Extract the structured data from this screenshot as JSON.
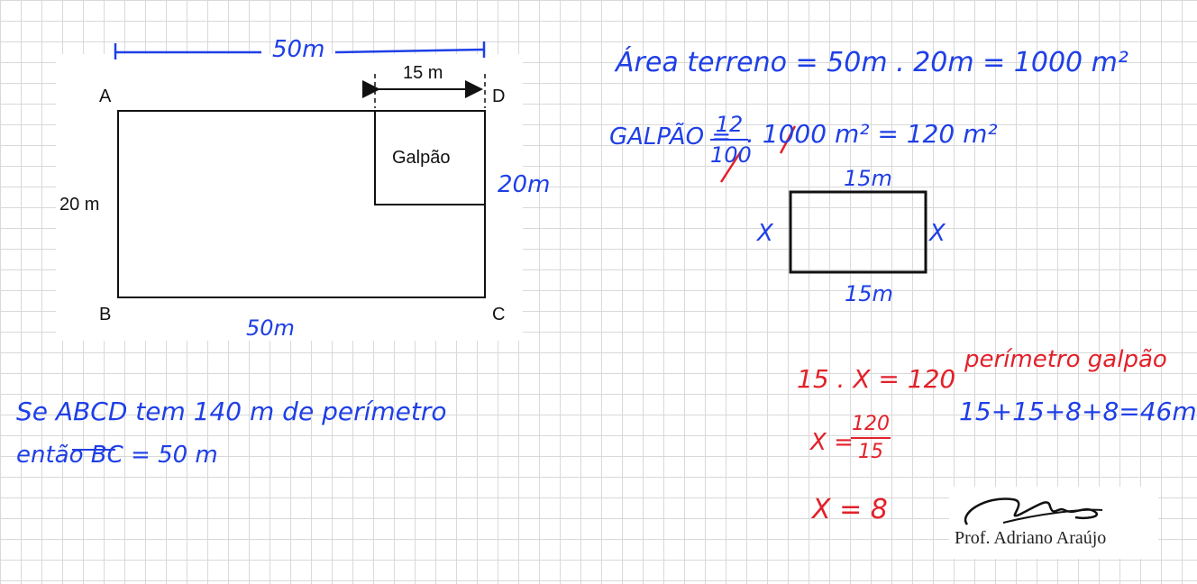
{
  "figure": {
    "labels": {
      "vertex_a": "A",
      "vertex_b": "B",
      "vertex_c": "C",
      "vertex_d": "D",
      "side_left": "20 m",
      "shed_width": "15 m",
      "shed_name": "Galpão"
    },
    "annotations": {
      "top_length": "50m",
      "bottom_length": "50m",
      "shed_side": "20m"
    }
  },
  "notes": {
    "area_line": "Área terreno = 50m . 20m = 1000 m²",
    "galpao_label": "GALPÃO =",
    "fraction_num": "12",
    "fraction_den": "100",
    "galpao_rest": ". 1000 m² = 120 m²",
    "rect_top": "15m",
    "rect_bottom": "15m",
    "rect_left": "X",
    "rect_right": "X",
    "perimeter_line1": "Se ABCD tem 140 m de perímetro",
    "perimeter_line2": "então BC = 50 m",
    "eq1": "15 . X = 120",
    "eq2_lhs": "X =",
    "eq2_num": "120",
    "eq2_den": "15",
    "eq3": "X = 8",
    "perimeter_title": "perímetro galpão",
    "perimeter_sum": "15+15+8+8=46m"
  },
  "signature": {
    "name": "Prof. Adriano Araújo"
  },
  "colors": {
    "ink_blue": "#1f3fe6",
    "ink_red": "#e3202a",
    "grid": "#d9d9d9"
  }
}
